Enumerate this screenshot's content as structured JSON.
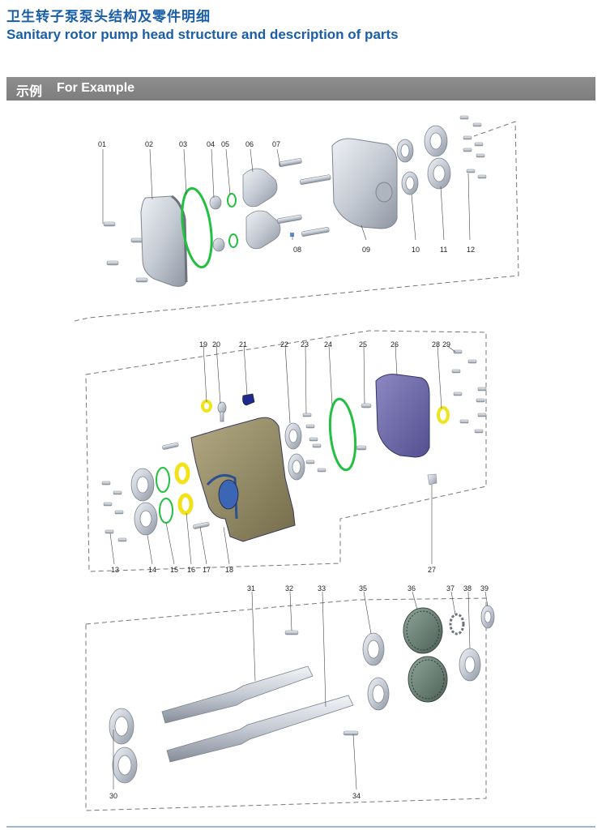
{
  "header": {
    "title_cn": "卫生转子泵泵头结构及零件明细",
    "title_en": "Sanitary rotor pump head structure and description of parts"
  },
  "section": {
    "label_cn": "示例",
    "label_en": "For Example"
  },
  "colors": {
    "title": "#1b5ea8",
    "banner": "#858585",
    "oring_green": "#22c040",
    "seal_yellow": "#f2e21a",
    "bracket_olive": "#8f8660",
    "cover_purple": "#6f6aa8",
    "metal": "#c9ced6"
  },
  "callouts": [
    "01",
    "02",
    "03",
    "04",
    "05",
    "06",
    "07",
    "08",
    "09",
    "10",
    "11",
    "12",
    "13",
    "14",
    "15",
    "16",
    "17",
    "18",
    "19",
    "20",
    "21",
    "22",
    "23",
    "24",
    "25",
    "26",
    "27",
    "28",
    "29",
    "30",
    "31",
    "32",
    "33",
    "34",
    "35",
    "36",
    "37",
    "38",
    "39"
  ]
}
